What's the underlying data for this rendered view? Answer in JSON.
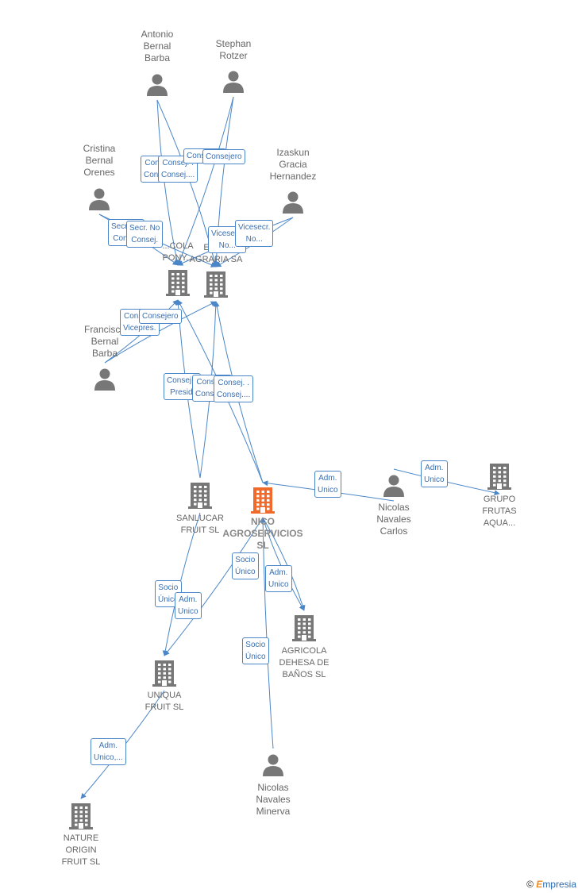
{
  "colors": {
    "edge": "#4a86c8",
    "icon": "#777777",
    "focus": "#ef6a2b"
  },
  "nodes": [
    {
      "id": "antonio",
      "type": "person",
      "label": "Antonio\nBernal\nBarba"
    },
    {
      "id": "stephan",
      "type": "person",
      "label": "Stephan\nRotzer"
    },
    {
      "id": "cristina",
      "type": "person",
      "label": "Cristina\nBernal\nOrenes"
    },
    {
      "id": "izaskun",
      "type": "person",
      "label": "Izaskun\nGracia\nHernandez"
    },
    {
      "id": "pony",
      "type": "company",
      "label": "...COLA\nPONY..."
    },
    {
      "id": "agraria",
      "type": "company",
      "label": "EL P...\nAGRARIA SA"
    },
    {
      "id": "francisco",
      "type": "person",
      "label": "Francisco\nBernal\nBarba"
    },
    {
      "id": "sanlucar",
      "type": "company",
      "label": "SANLUCAR\nFRUIT SL"
    },
    {
      "id": "nico",
      "type": "focus",
      "label": "NICO\nAGROSERVICIOS\nSL"
    },
    {
      "id": "nicolas_carlos",
      "type": "person",
      "label": "Nicolas\nNavales\nCarlos"
    },
    {
      "id": "grupo",
      "type": "company",
      "label": "GRUPO\nFRUTAS\nAQUA..."
    },
    {
      "id": "dehesa",
      "type": "company",
      "label": "AGRICOLA\nDEHESA DE\nBAÑOS SL"
    },
    {
      "id": "uniqua",
      "type": "company",
      "label": "UNIQUA\nFRUIT SL"
    },
    {
      "id": "nicolas_minerva",
      "type": "person",
      "label": "Nicolas\nNavales\nMinerva"
    },
    {
      "id": "nature",
      "type": "company",
      "label": "NATURE\nORIGIN\nFRUIT SL"
    }
  ],
  "edge_labels": [
    "Consej. .\nConsej....",
    "Consej. .\nConsej....",
    "Consejero",
    "Consejero",
    "Secr. No\nConsej.",
    "Secr. No\nConsej.",
    "Vicesecr.\nNo...",
    "Vicesecr.\nNo...",
    "Consej. .\nVicepres.",
    "Consejero",
    "Consej. .\nPresid.",
    "Consej. .\nConsej....",
    "Consej. .\nConsej....",
    "Adm.\nUnico",
    "Adm.\nUnico",
    "Socio\nÚnico",
    "Adm.\nUnico",
    "Socio\nÚnico",
    "Adm.\nUnico",
    "Socio\nÚnico",
    "Adm.\nUnico,..."
  ],
  "brand": {
    "copyright": "©",
    "name_first": "E",
    "name_rest": "mpresia"
  }
}
